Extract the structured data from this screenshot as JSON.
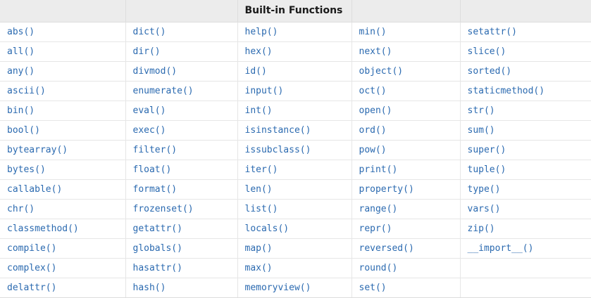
{
  "table": {
    "title": "Built-in Functions",
    "title_column_index": 2,
    "column_count": 5,
    "row_count": 14,
    "accent_link_color": "#2b6ab0",
    "header_background": "#ececec",
    "border_color": "#e6e6e6",
    "headers": [
      "",
      "",
      "Built-in Functions",
      "",
      ""
    ],
    "rows": [
      [
        "abs()",
        "dict()",
        "help()",
        "min()",
        "setattr()"
      ],
      [
        "all()",
        "dir()",
        "hex()",
        "next()",
        "slice()"
      ],
      [
        "any()",
        "divmod()",
        "id()",
        "object()",
        "sorted()"
      ],
      [
        "ascii()",
        "enumerate()",
        "input()",
        "oct()",
        "staticmethod()"
      ],
      [
        "bin()",
        "eval()",
        "int()",
        "open()",
        "str()"
      ],
      [
        "bool()",
        "exec()",
        "isinstance()",
        "ord()",
        "sum()"
      ],
      [
        "bytearray()",
        "filter()",
        "issubclass()",
        "pow()",
        "super()"
      ],
      [
        "bytes()",
        "float()",
        "iter()",
        "print()",
        "tuple()"
      ],
      [
        "callable()",
        "format()",
        "len()",
        "property()",
        "type()"
      ],
      [
        "chr()",
        "frozenset()",
        "list()",
        "range()",
        "vars()"
      ],
      [
        "classmethod()",
        "getattr()",
        "locals()",
        "repr()",
        "zip()"
      ],
      [
        "compile()",
        "globals()",
        "map()",
        "reversed()",
        "__import__()"
      ],
      [
        "complex()",
        "hasattr()",
        "max()",
        "round()",
        ""
      ],
      [
        "delattr()",
        "hash()",
        "memoryview()",
        "set()",
        ""
      ]
    ]
  }
}
